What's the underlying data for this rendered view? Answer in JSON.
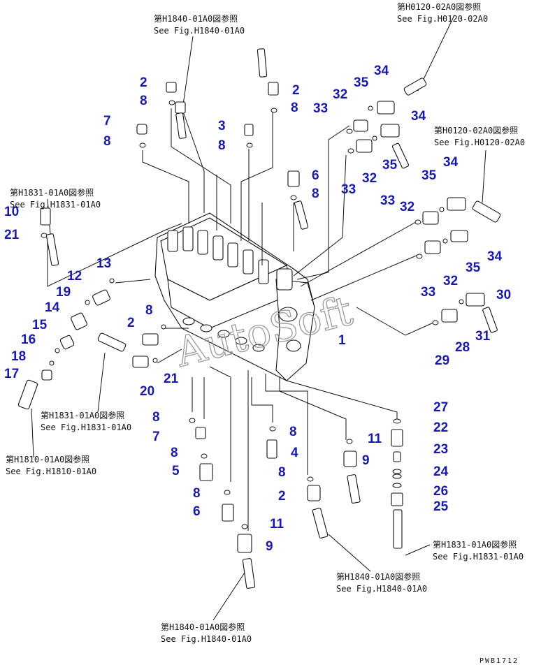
{
  "diagram": {
    "code": "PWB1712",
    "watermark": "AutoSoft",
    "refs": {
      "r1": {
        "jp": "第H1840-01A0図参照",
        "en": "See Fig.H1840-01A0"
      },
      "r2": {
        "jp": "第H0120-02A0図参照",
        "en": "See Fig.H0120-02A0"
      },
      "r3": {
        "jp": "第H0120-02A0図参照",
        "en": "See Fig.H0120-02A0"
      },
      "r4": {
        "jp": "第H1831-01A0図参照",
        "en": "See Fig.H1831-01A0"
      },
      "r5": {
        "jp": "第H1831-01A0図参照",
        "en": "See Fig.H1831-01A0"
      },
      "r6": {
        "jp": "第H1810-01A0図参照",
        "en": "See Fig.H1810-01A0"
      },
      "r7": {
        "jp": "第H1831-01A0図参照",
        "en": "See Fig.H1831-01A0"
      },
      "r8": {
        "jp": "第H1840-01A0図参照",
        "en": "See Fig.H1840-01A0"
      },
      "r9": {
        "jp": "第H1840-01A0図参照",
        "en": "See Fig.H1840-01A0"
      }
    },
    "labels": [
      "1",
      "2",
      "2",
      "2",
      "2",
      "3",
      "4",
      "5",
      "6",
      "6",
      "7",
      "7",
      "8",
      "8",
      "8",
      "8",
      "8",
      "8",
      "8",
      "8",
      "8",
      "8",
      "8",
      "9",
      "9",
      "10",
      "11",
      "11",
      "12",
      "13",
      "14",
      "15",
      "16",
      "17",
      "18",
      "19",
      "20",
      "21",
      "21",
      "22",
      "23",
      "24",
      "25",
      "26",
      "27",
      "28",
      "29",
      "30",
      "31",
      "32",
      "32",
      "32",
      "32",
      "33",
      "33",
      "33",
      "33",
      "34",
      "34",
      "34",
      "34",
      "35",
      "35",
      "35",
      "35"
    ]
  }
}
